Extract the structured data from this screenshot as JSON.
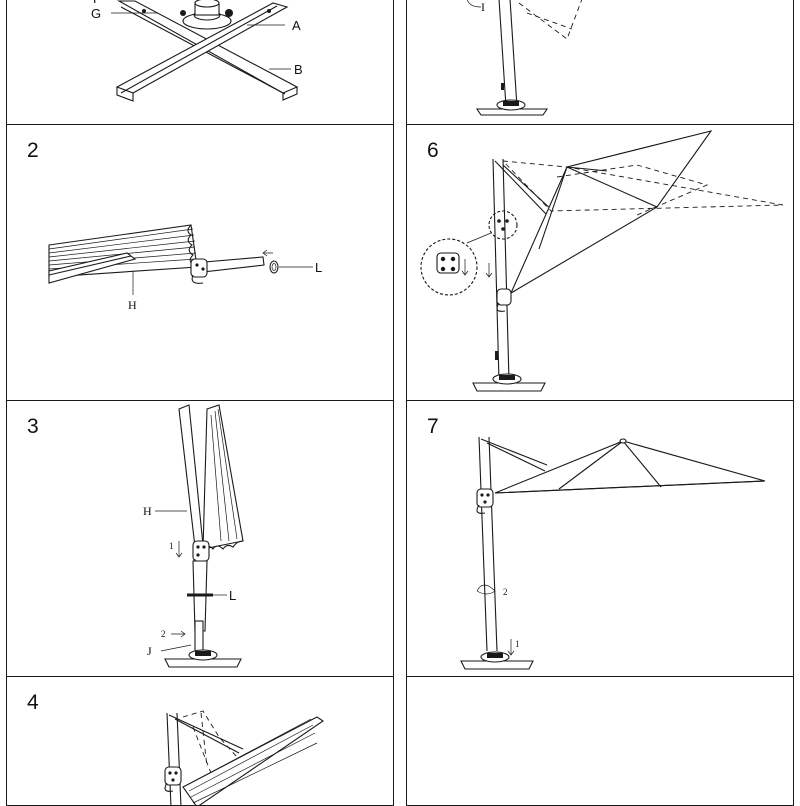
{
  "panels": [
    {
      "step": "",
      "labels": {
        "a": "A",
        "b": "B",
        "g": "G",
        "f": "F"
      }
    },
    {
      "step": "",
      "labels": {
        "i": "I"
      }
    },
    {
      "step": "2",
      "labels": {
        "h": "H",
        "l": "L"
      }
    },
    {
      "step": "6",
      "labels": {}
    },
    {
      "step": "3",
      "labels": {
        "h": "H",
        "l": "L",
        "j": "J",
        "arrow1": "1",
        "arrow2": "2"
      }
    },
    {
      "step": "7",
      "labels": {
        "arrow1": "1",
        "arrow2": "2"
      }
    },
    {
      "step": "4",
      "labels": {}
    },
    {
      "step": "",
      "labels": {}
    }
  ],
  "colors": {
    "line": "#1a1a1a",
    "background": "#ffffff"
  }
}
